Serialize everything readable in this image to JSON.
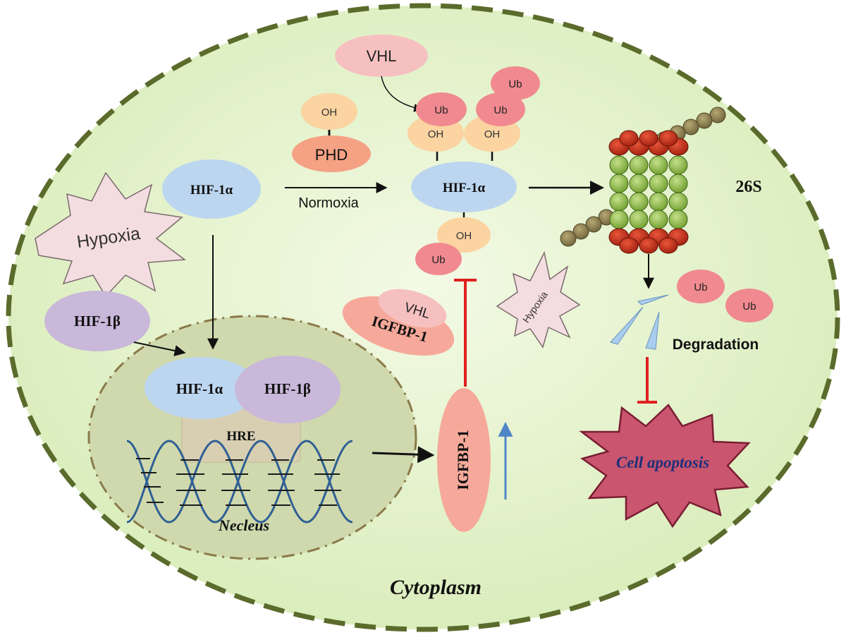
{
  "labels": {
    "hif1a_top": "HIF-1α",
    "hif1a_center": "HIF-1α",
    "hif1a_nucleus": "HIF-1α",
    "hif1b_left": "HIF-1β",
    "hif1b_nucleus": "HIF-1β",
    "hypoxia_left": "Hypoxia",
    "hypoxia_small": "Hypoxia",
    "normoxia": "Normoxia",
    "phd": "PHD",
    "oh_phd": "OH",
    "oh_left": "OH",
    "oh_right": "OH",
    "oh_bottom": "OH",
    "vhl_top": "VHL",
    "vhl_complex": "VHL",
    "igfbp1_complex": "IGFBP-1",
    "igfbp1_vertical": "IGFBP-1",
    "ub_1": "Ub",
    "ub_2": "Ub",
    "ub_3": "Ub",
    "ub_4": "Ub",
    "ub_5": "Ub",
    "ub_6": "Ub",
    "proteasome": "26S",
    "degradation": "Degradation",
    "cell_apoptosis": "Cell apoptosis",
    "hre": "HRE",
    "nucleus": "Necleus",
    "cytoplasm": "Cytoplasm"
  },
  "colors": {
    "cytoplasm_fill": "#dff0c4",
    "cell_border": "#5a6b2c",
    "nucleus_fill": "#cfd9ad",
    "hif1a": "#bcd6f0",
    "hif1b": "#c9b8d9",
    "ub": "#f08a90",
    "oh": "#fbd4a1",
    "phd": "#f5a184",
    "vhl": "#f6c0c0",
    "igfbp": "#f6a99a",
    "hypoxia_star": "#f4dde0",
    "apoptosis_star": "#c9566e",
    "proteasome_green": "#9bc55b",
    "proteasome_red": "#c9301e",
    "inhibit": "#e02020",
    "up_arrow": "#4f86c6",
    "dna": "#2f5f94"
  }
}
